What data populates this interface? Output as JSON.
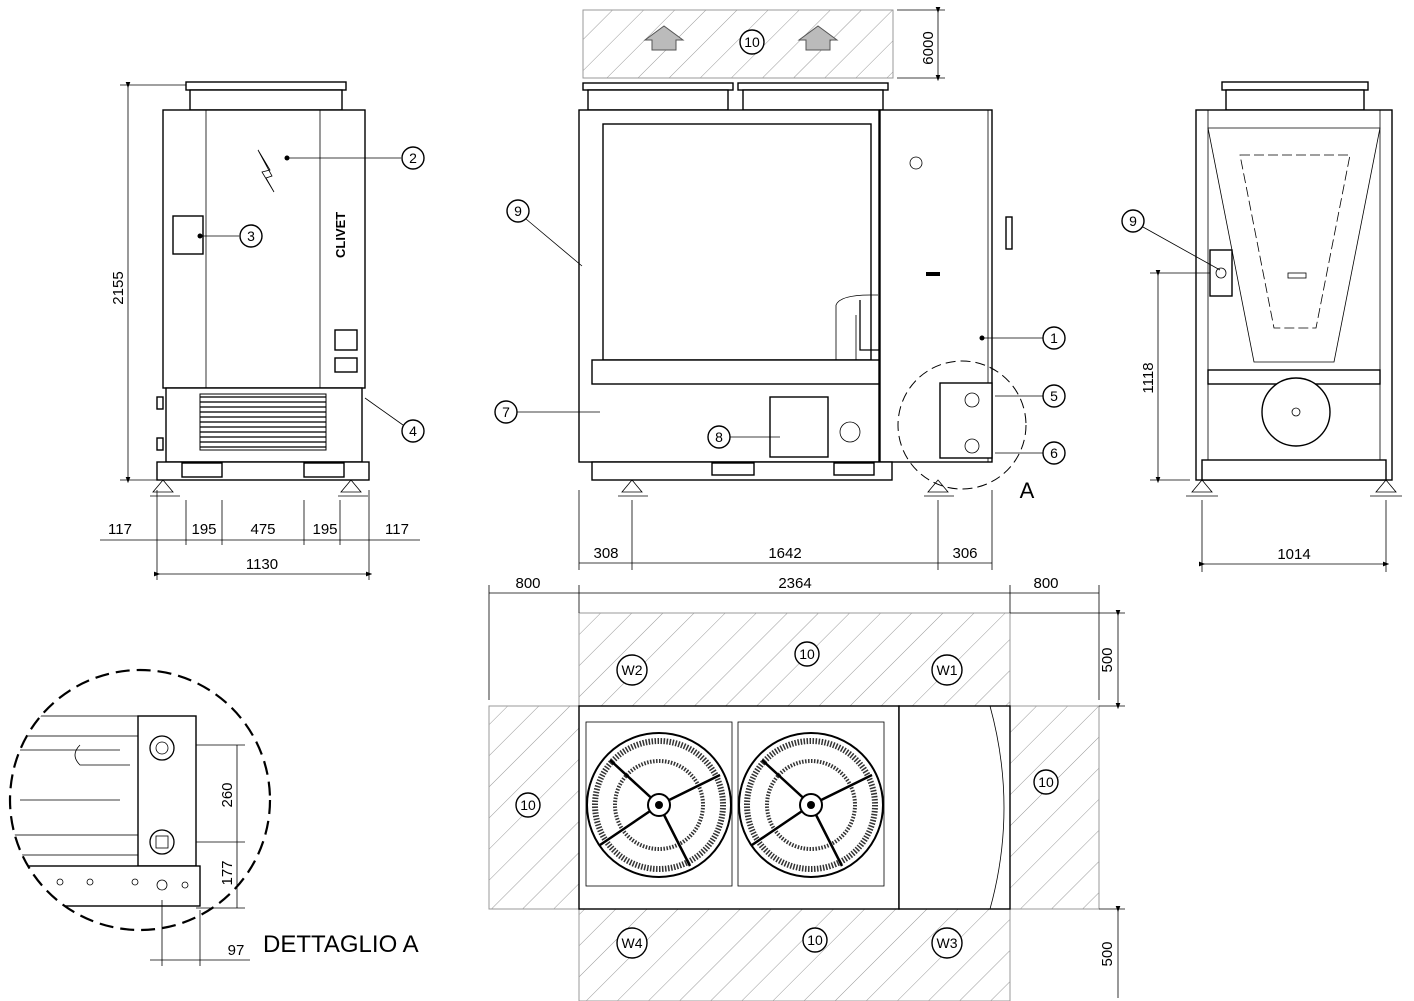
{
  "callouts": [
    "1",
    "2",
    "3",
    "4",
    "5",
    "6",
    "7",
    "8",
    "9",
    "9",
    "10"
  ],
  "zone_labels": {
    "top_clearance": "10",
    "plan_top": "10",
    "plan_left": "10",
    "plan_right": "10",
    "plan_bottom": "10",
    "w1": "W1",
    "w2": "W2",
    "w3": "W3",
    "w4": "W4"
  },
  "brand_logo": "CLIVET",
  "detail_marker": "A",
  "detail_title": "DETTAGLIO A",
  "dimensions": {
    "front_height": "2155",
    "front_117_left": "117",
    "front_195_left": "195",
    "front_475": "475",
    "front_195_right": "195",
    "front_117_right": "117",
    "front_width": "1130",
    "top_clearance_6000": "6000",
    "side_308": "308",
    "side_1642": "1642",
    "side_306": "306",
    "right_height_1118": "1118",
    "right_width_1014": "1014",
    "plan_800_left": "800",
    "plan_2364": "2364",
    "plan_800_right": "800",
    "plan_500_top": "500",
    "plan_500_bottom": "500",
    "detail_260": "260",
    "detail_177": "177",
    "detail_97": "97"
  }
}
